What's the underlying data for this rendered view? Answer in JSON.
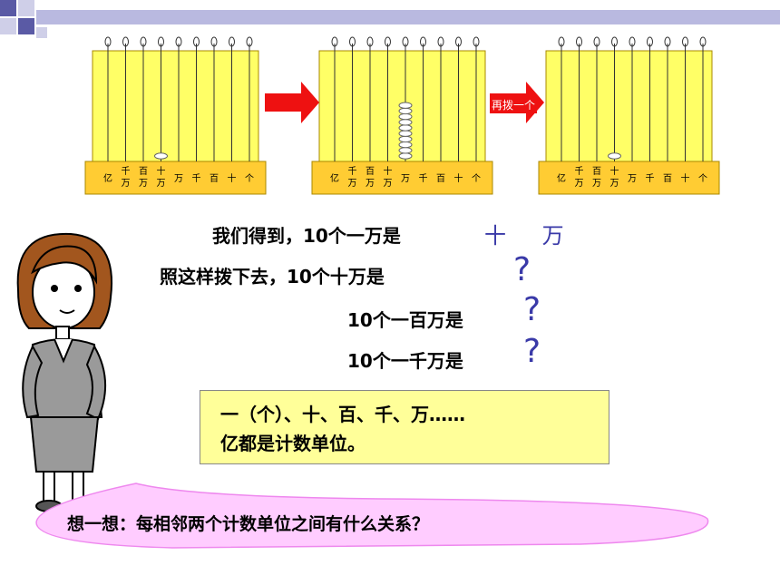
{
  "abacus_labels": [
    "亿",
    "千万",
    "百万",
    "十万",
    "万",
    "千",
    "百",
    "十",
    "个"
  ],
  "arrow_label": "再拨一个",
  "lines": {
    "line1": "我们得到，10个一万是",
    "line1_answer": "十 万",
    "line2": "照这样拨下去，10个十万是",
    "line3": "10个一百万是",
    "line4": "10个一千万是",
    "question_mark": "?"
  },
  "summary": {
    "line1": "一（个）、十、百、千、万……",
    "line2": "亿都是计数单位。"
  },
  "prompt": "想一想：每相邻两个计数单位之间有什么关系？",
  "colors": {
    "abacus_fill": "#ffff66",
    "abacus_frame": "#ffcc33",
    "arrow": "#ee1111",
    "answer": "#3a3aa8",
    "summary_bg": "#ffff99",
    "bubble": "#ffccff"
  },
  "abacus_beads": [
    {
      "column": "十万",
      "count": 1
    },
    {
      "column": "万",
      "count": 10
    },
    {
      "column": "十万",
      "count": 1
    }
  ]
}
